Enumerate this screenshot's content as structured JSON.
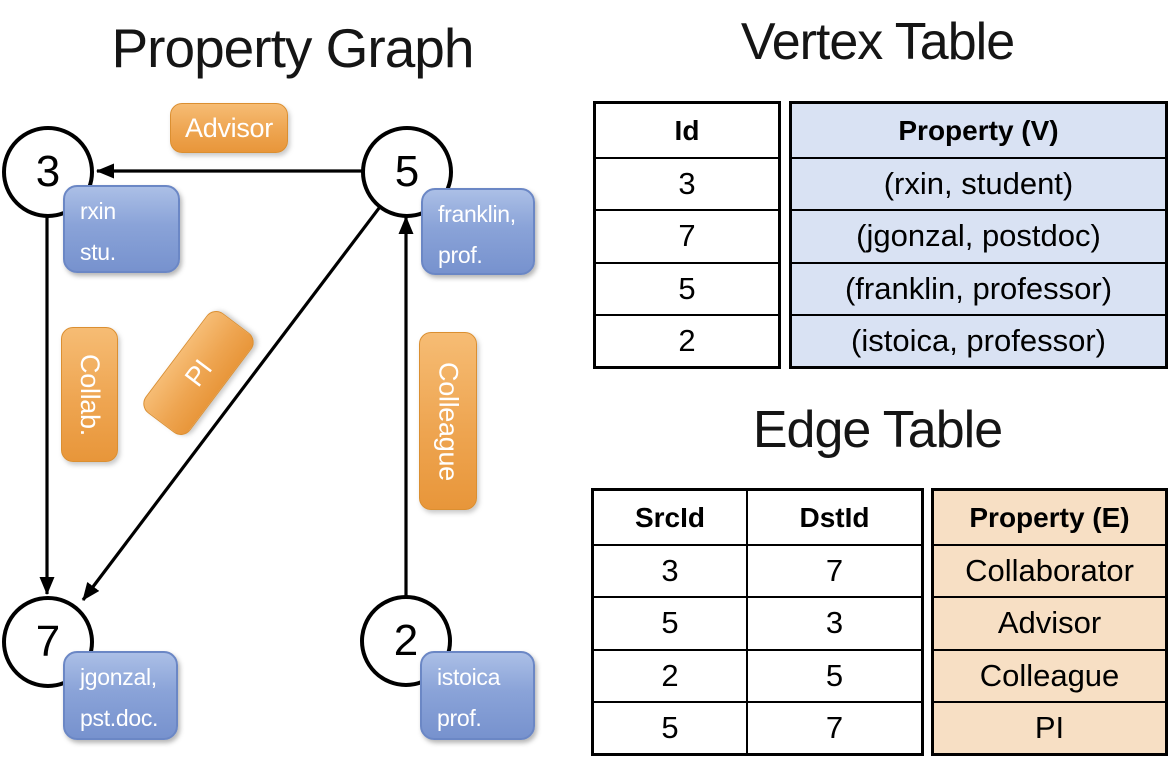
{
  "graph": {
    "title": "Property Graph",
    "vertices": [
      {
        "id": "3",
        "prop_line1": "rxin",
        "prop_line2": "stu."
      },
      {
        "id": "5",
        "prop_line1": "franklin,",
        "prop_line2": "prof."
      },
      {
        "id": "7",
        "prop_line1": "jgonzal,",
        "prop_line2": "pst.doc."
      },
      {
        "id": "2",
        "prop_line1": "istoica",
        "prop_line2": "prof."
      }
    ],
    "edges": [
      {
        "src": "5",
        "dst": "3",
        "label": "Advisor"
      },
      {
        "src": "3",
        "dst": "7",
        "label": "Collab."
      },
      {
        "src": "5",
        "dst": "7",
        "label": "PI"
      },
      {
        "src": "2",
        "dst": "5",
        "label": "Colleague"
      }
    ]
  },
  "vertex_table": {
    "title": "Vertex Table",
    "id_header": "Id",
    "property_header": "Property (V)",
    "rows": [
      {
        "id": "3",
        "property": "(rxin, student)"
      },
      {
        "id": "7",
        "property": "(jgonzal, postdoc)"
      },
      {
        "id": "5",
        "property": "(franklin, professor)"
      },
      {
        "id": "2",
        "property": "(istoica, professor)"
      }
    ]
  },
  "edge_table": {
    "title": "Edge Table",
    "src_header": "SrcId",
    "dst_header": "DstId",
    "property_header": "Property (E)",
    "rows": [
      {
        "src": "3",
        "dst": "7",
        "property": "Collaborator"
      },
      {
        "src": "5",
        "dst": "3",
        "property": "Advisor"
      },
      {
        "src": "2",
        "dst": "5",
        "property": "Colleague"
      },
      {
        "src": "5",
        "dst": "7",
        "property": "PI"
      }
    ]
  },
  "colors": {
    "edge_label_orange_top": "#F6BC74",
    "edge_label_orange_bottom": "#E8963A",
    "vertex_box_blue_top": "#ABBFE6",
    "vertex_box_blue_bottom": "#7792CE",
    "vertex_table_fill": "#D9E2F3",
    "edge_table_fill": "#F7DFC4",
    "line_color": "#000000"
  }
}
